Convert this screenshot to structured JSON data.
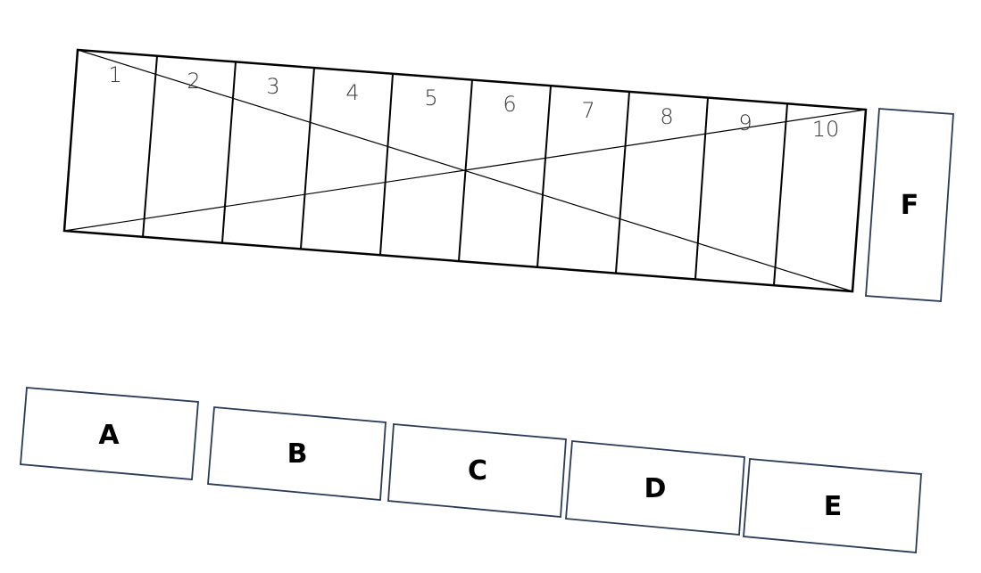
{
  "grid": {
    "cell_labels": [
      "1",
      "2",
      "3",
      "4",
      "5",
      "6",
      "7",
      "8",
      "9",
      "10"
    ]
  },
  "boxes": {
    "a": "A",
    "b": "B",
    "c": "C",
    "d": "D",
    "e": "E",
    "f": "F"
  },
  "colors": {
    "grid_stroke": "#000000",
    "box_stroke": "#2b3a55",
    "number_text": "#3a3a3a",
    "letter_text": "#000000"
  }
}
